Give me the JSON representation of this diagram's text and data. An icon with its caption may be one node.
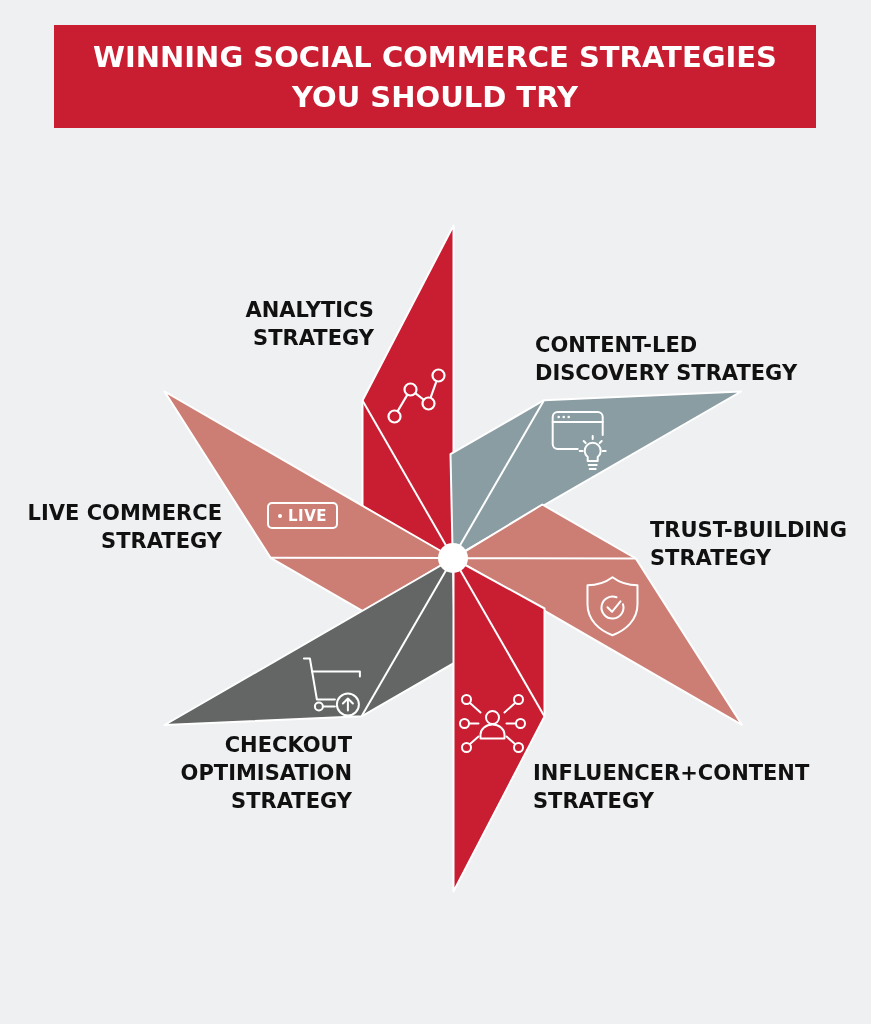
{
  "diagram": {
    "title": "WINNING SOCIAL COMMERCE STRATEGIES YOU SHOULD TRY",
    "nodes": [
      {
        "text": [
          "ANALYTICS STRATEGY"
        ]
      },
      {
        "text": [
          "CONTENT-LED DISCOVERY STRATEGY"
        ]
      },
      {
        "text": [
          "LIVE COMMERCE STRATEGY",
          "LIVE"
        ]
      },
      {
        "text": [
          "TRUST-BUILDING STRATEGY"
        ]
      },
      {
        "text": [
          "CHECKOUT OPTIMISATION STRATEGY"
        ]
      },
      {
        "text": [
          "INFLUENCER+CONTENT STRATEGY"
        ]
      }
    ]
  }
}
